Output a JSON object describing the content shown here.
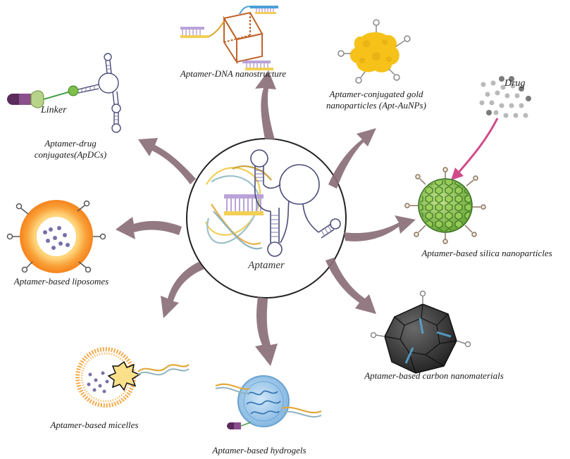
{
  "center": {
    "label": "Aptamer"
  },
  "satellites": [
    {
      "id": "dna-nanostructure",
      "label": "Aptamer-DNA nanostructure"
    },
    {
      "id": "gold",
      "label": "Aptamer-conjugated gold nanoparticles (Apt-AuNPs)"
    },
    {
      "id": "silica",
      "label": "Aptamer-based silica nanoparticles",
      "annotation": "Drug"
    },
    {
      "id": "carbon",
      "label": "Aptamer-based carbon nanomaterials"
    },
    {
      "id": "hydrogels",
      "label": "Aptamer-based hydrogels"
    },
    {
      "id": "micelles",
      "label": "Aptamer-based micelles"
    },
    {
      "id": "liposomes",
      "label": "Aptamer-based liposomes"
    },
    {
      "id": "drug-conjugates",
      "label": "Aptamer-drug conjugates(ApDCs)",
      "annotation": "Linker"
    }
  ],
  "colors": {
    "arrow": "#8a6f78",
    "gold": "#f6c21a",
    "silica_core": "#8bc34a",
    "silica_ring": "#2e7d32",
    "carbon": "#3a3a3a",
    "liposome_outer": "#f7941d",
    "liposome_inner": "#ffd479",
    "hydrogel": "#9ec9ec",
    "micelle": "#f6a94a",
    "drug_dot": "#7b6fa8",
    "dna_purple": "#b9a3d8",
    "dna_yellow": "#f2cf57"
  }
}
